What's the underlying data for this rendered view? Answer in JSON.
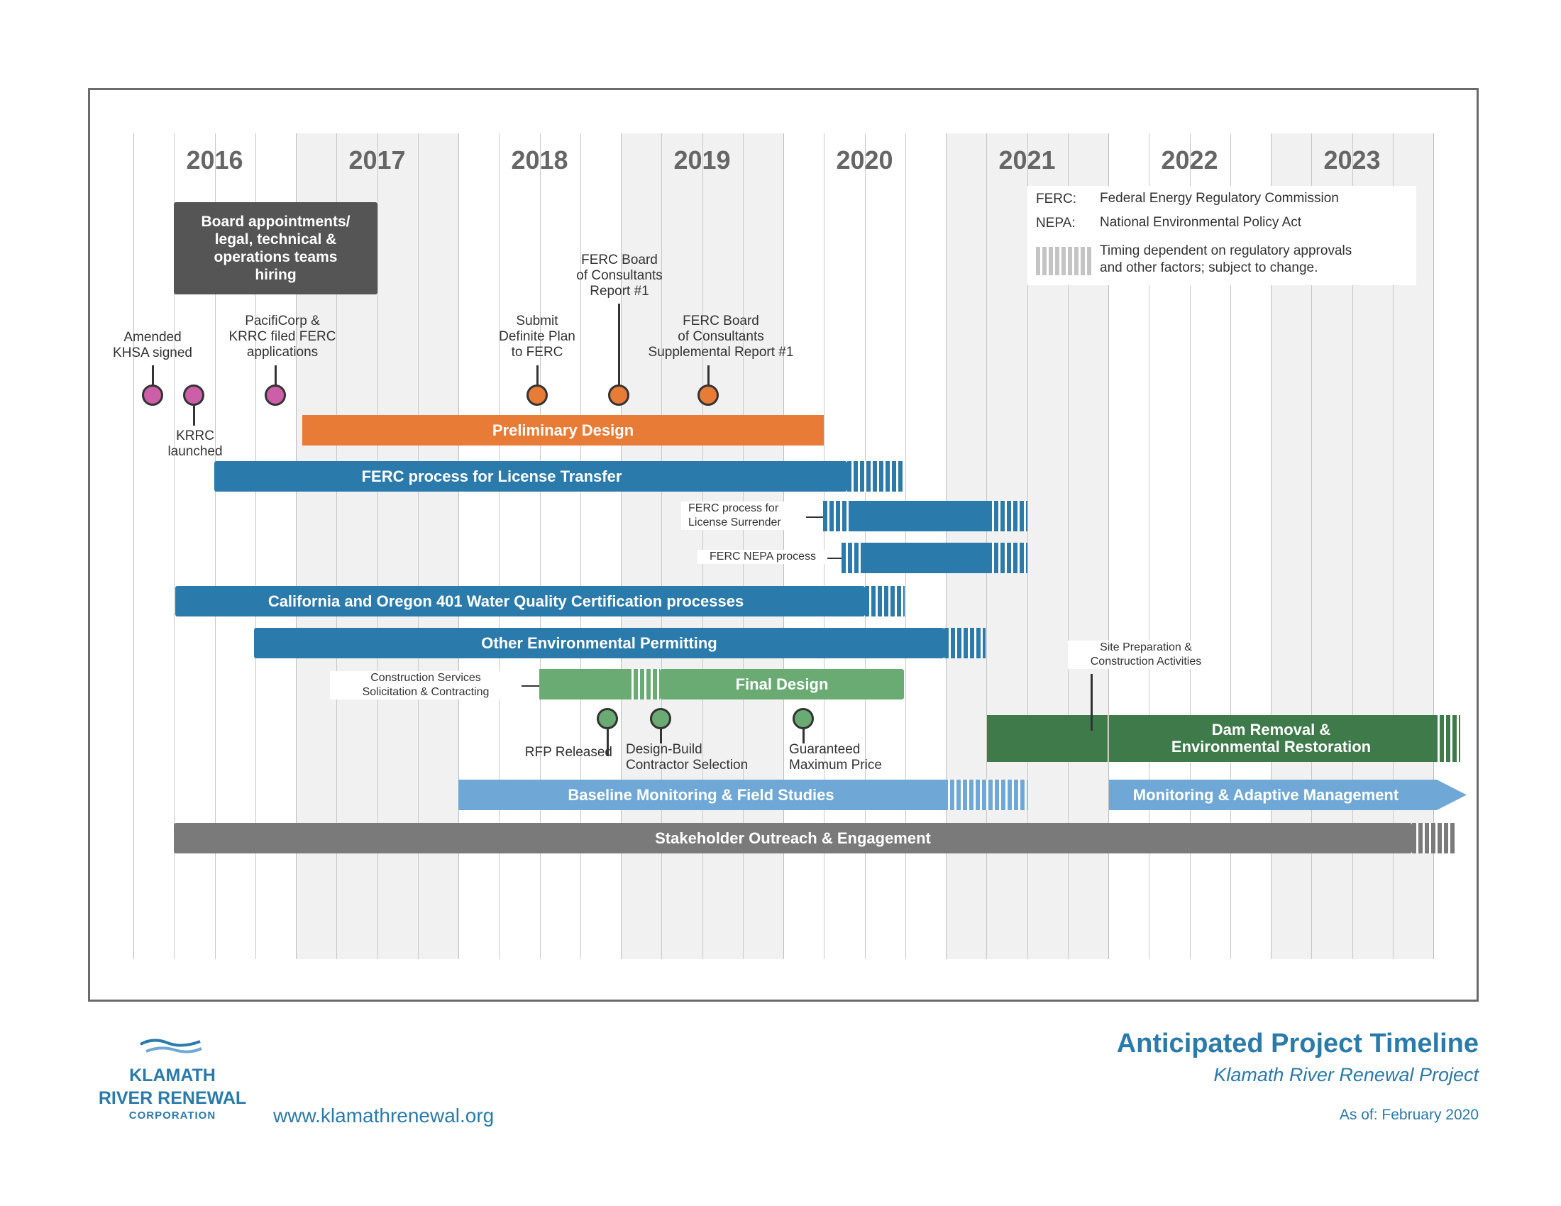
{
  "years": [
    "2016",
    "2017",
    "2018",
    "2019",
    "2020",
    "2021",
    "2022",
    "2023"
  ],
  "legend": {
    "ferc_abbr": "FERC:",
    "ferc_def": "Federal Energy Regulatory Commission",
    "nepa_abbr": "NEPA:",
    "nepa_def": "National Environmental Policy Act",
    "hatch_def_line1": "Timing dependent on regulatory approvals",
    "hatch_def_line2": "and other factors; subject to change."
  },
  "board_box": [
    "Board appointments/",
    "legal, technical &",
    "operations teams",
    "hiring"
  ],
  "milestones": {
    "amended_khsa": [
      "Amended",
      "KHSA signed"
    ],
    "krrc_launched": [
      "KRRC",
      "launched"
    ],
    "pacificorp_filed": [
      "PacifiCorp &",
      "KRRC filed FERC",
      "applications"
    ],
    "submit_plan": [
      "Submit",
      "Definite Plan",
      "to FERC"
    ],
    "ferc_board_report1": [
      "FERC Board",
      "of Consultants",
      "Report #1"
    ],
    "ferc_board_supplemental": [
      "FERC Board",
      "of Consultants",
      "Supplemental Report #1"
    ],
    "rfp_released": "RFP Released",
    "design_build": [
      "Design-Build",
      "Contractor Selection"
    ],
    "guaranteed_price": [
      "Guaranteed",
      "Maximum Price"
    ]
  },
  "bars": {
    "preliminary_design": "Preliminary Design",
    "ferc_license_transfer": "FERC process for License Transfer",
    "ferc_license_surrender": [
      "FERC process for",
      "License Surrender"
    ],
    "ferc_nepa": "FERC NEPA process",
    "water_quality": "California and Oregon 401 Water Quality Certification processes",
    "other_permitting": "Other Environmental Permitting",
    "construction_services": [
      "Construction Services",
      "Solicitation & Contracting"
    ],
    "final_design": "Final Design",
    "site_preparation": [
      "Site Preparation &",
      "Construction Activities"
    ],
    "dam_removal": [
      "Dam Removal &",
      "Environmental Restoration"
    ],
    "baseline_monitoring": "Baseline Monitoring & Field Studies",
    "monitoring_adaptive": "Monitoring & Adaptive Management",
    "stakeholder": "Stakeholder Outreach & Engagement"
  },
  "footer": {
    "title": "Anticipated Project Timeline",
    "subtitle": "Klamath River Renewal Project",
    "as_of": "As of: February 2020",
    "url": "www.klamathrenewal.org",
    "logo_line1": "KLAMATH",
    "logo_line2": "RIVER RENEWAL",
    "logo_line3": "CORPORATION"
  },
  "colors": {
    "pink": "#cc5fa8",
    "orange": "#e87b35",
    "blue": "#2a7aab",
    "light_blue": "#6fa8d6",
    "light_green": "#6aab74",
    "dark_green": "#3e7a4a",
    "grey": "#7a7a7a",
    "board_box": "#555555"
  }
}
